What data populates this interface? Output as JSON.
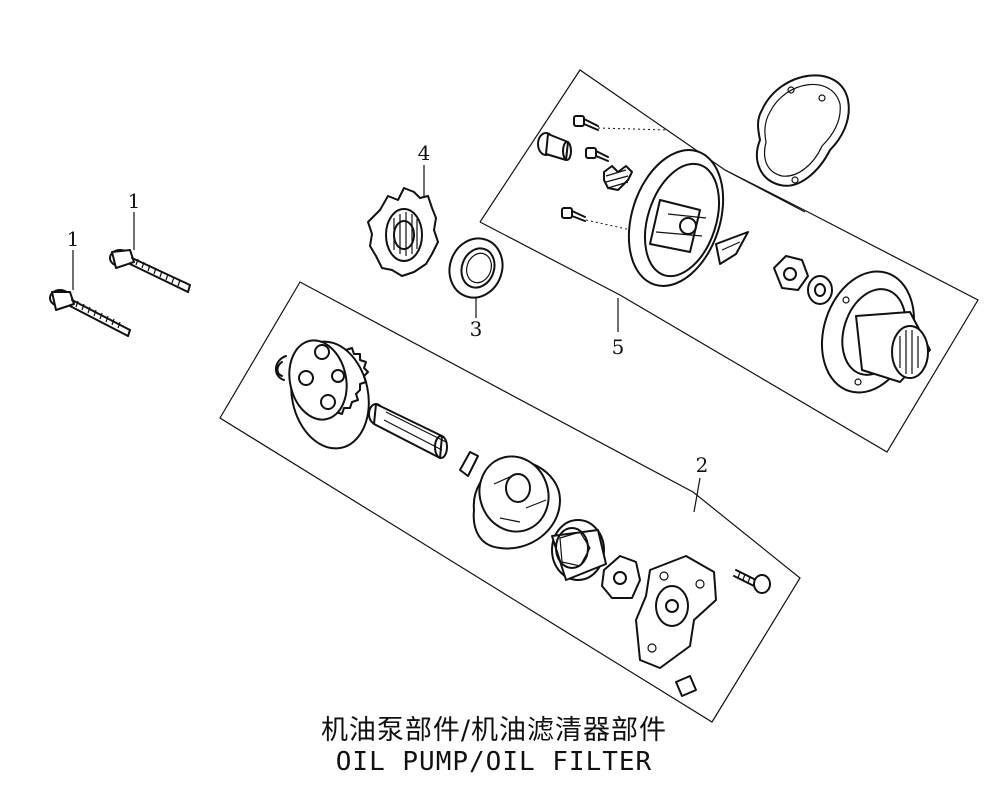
{
  "diagram": {
    "callouts": {
      "bolt_a": "1",
      "bolt_b": "1",
      "pump_assembly": "2",
      "oil_seal": "3",
      "drive_gear": "4",
      "filter_assembly": "5"
    },
    "title_cn": "机油泵部件/机油滤清器部件",
    "title_en": "OIL PUMP/OIL FILTER"
  }
}
